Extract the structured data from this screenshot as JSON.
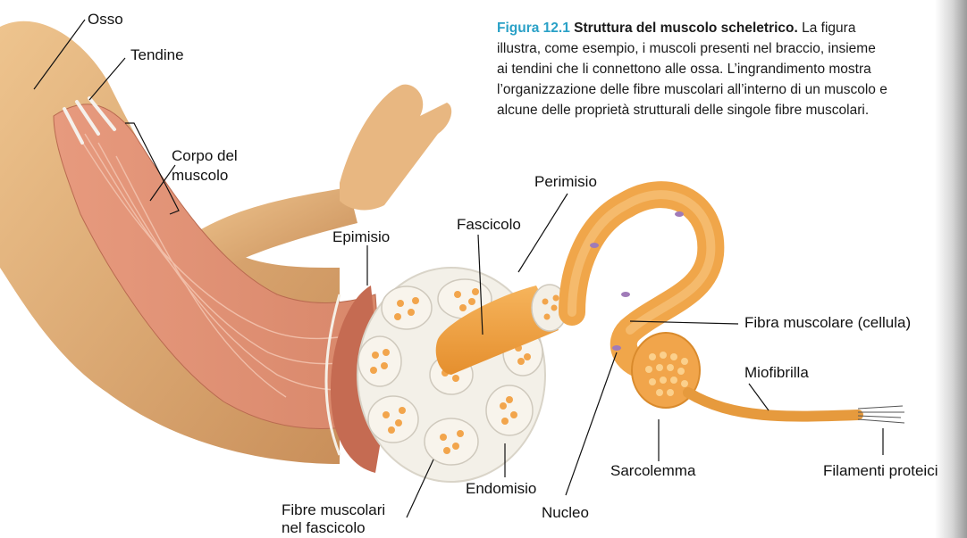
{
  "caption": {
    "number": "Figura 12.1",
    "title": "Struttura del muscolo scheletrico.",
    "lines": [
      "La figura",
      "illustra, come esempio, i muscoli presenti nel braccio, insieme",
      "ai tendini che li connettono alle ossa. L’ingrandimento mostra",
      "l’organizzazione delle fibre muscolari all’interno di un muscolo e",
      "alcune delle proprietà strutturali delle singole fibre muscolari."
    ]
  },
  "labels": {
    "osso": "Osso",
    "tendine": "Tendine",
    "corpo_line1": "Corpo del",
    "corpo_line2": "muscolo",
    "perimisio": "Perimisio",
    "fascicolo": "Fascicolo",
    "epimisio": "Epimisio",
    "fibra": "Fibra muscolare (cellula)",
    "miofibrilla": "Miofibrilla",
    "sarcolemma": "Sarcolemma",
    "filamenti": "Filamenti proteici",
    "endomisio": "Endomisio",
    "nucleo": "Nucleo",
    "fibre_line1": "Fibre muscolari",
    "fibre_line2": "nel fascicolo"
  },
  "colors": {
    "skin": "#e9b97f",
    "muscle": "#d9886a",
    "fiber": "#f0a64a",
    "connective": "#f3f0e8",
    "nucleus": "#9b7ab7"
  }
}
